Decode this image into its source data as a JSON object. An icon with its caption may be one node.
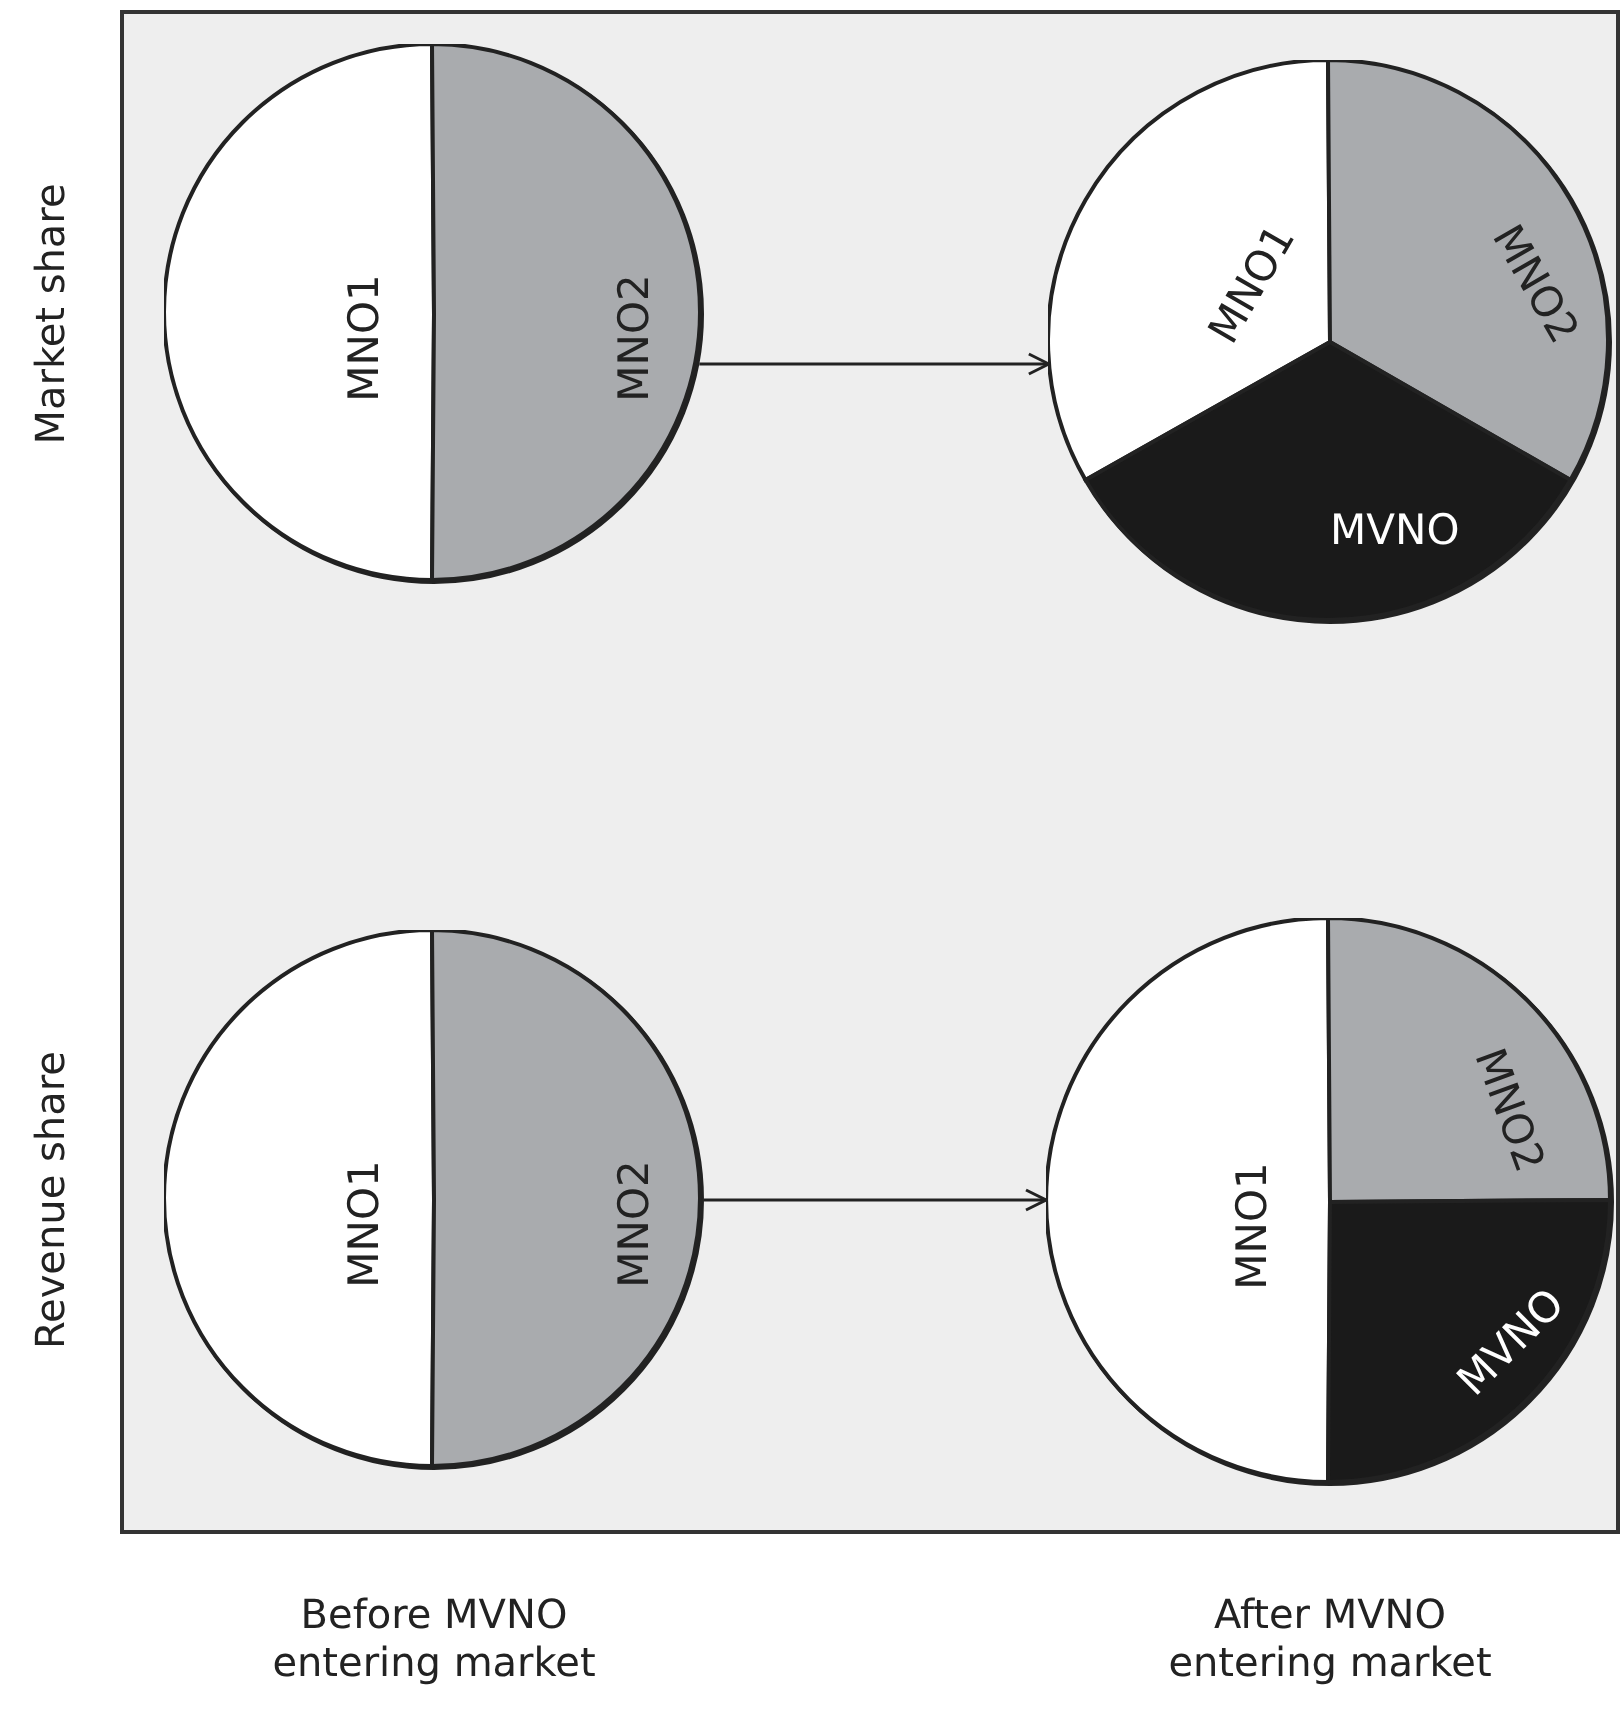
{
  "diagram": {
    "nodes": [
      {
        "text": [
          "MNO1",
          "MNO2"
        ]
      },
      {
        "text": [
          "MNO1",
          "MNO2",
          "MVNO"
        ]
      },
      {
        "text": [
          "MNO1",
          "MNO2"
        ]
      },
      {
        "text": [
          "MNO1",
          "MNO2",
          "MVNO"
        ]
      }
    ],
    "edges": [
      {
        "from": 0,
        "to": 1,
        "arrow": "to"
      },
      {
        "from": 2,
        "to": 3,
        "arrow": "to"
      }
    ],
    "labels": [
      "Market share",
      "Revenue share",
      "Before MVNO entering market",
      "After MVNO entering market"
    ]
  }
}
